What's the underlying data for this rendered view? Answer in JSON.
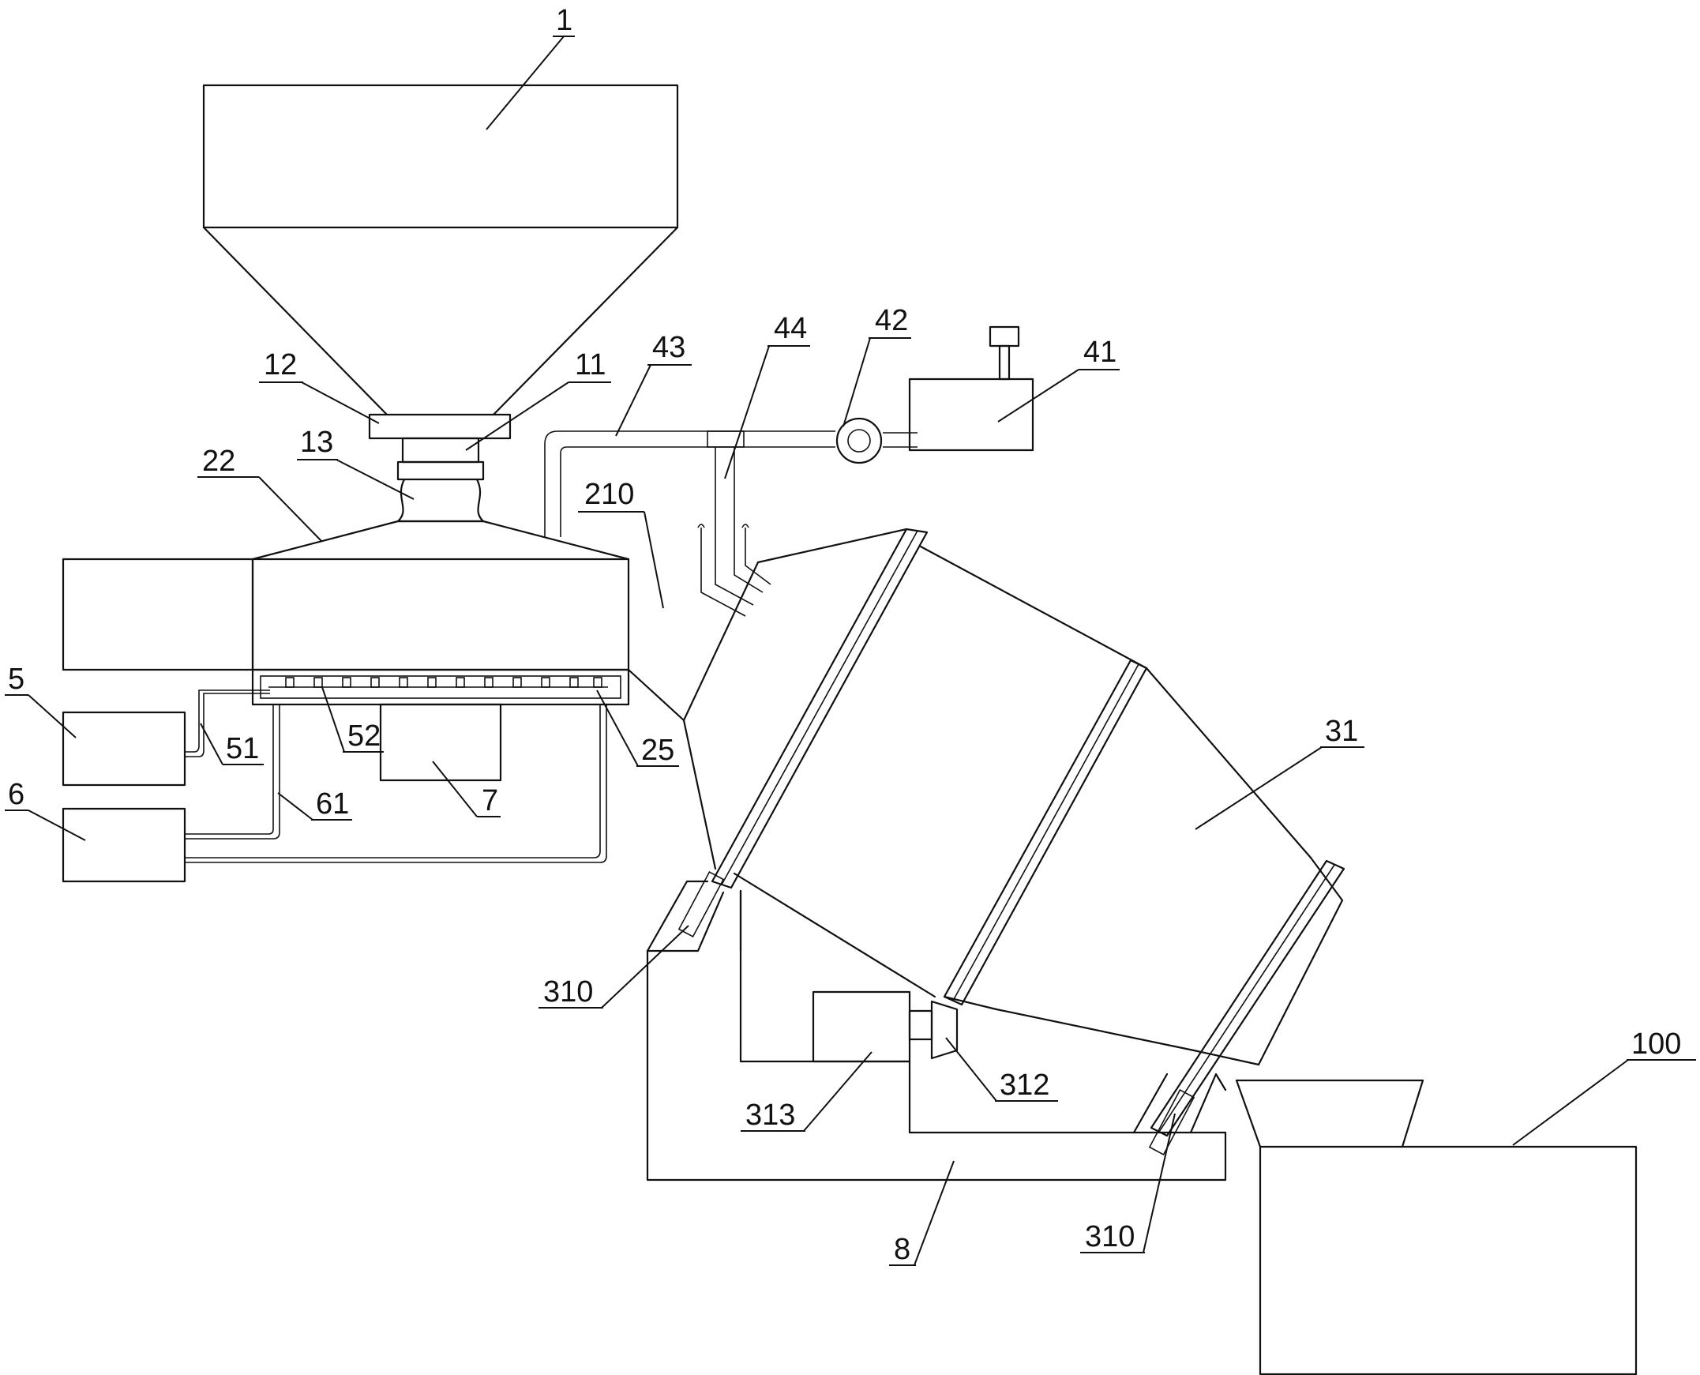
{
  "labels": [
    {
      "id": "1",
      "text": "1"
    },
    {
      "id": "12",
      "text": "12"
    },
    {
      "id": "11",
      "text": "11"
    },
    {
      "id": "13",
      "text": "13"
    },
    {
      "id": "22",
      "text": "22"
    },
    {
      "id": "43",
      "text": "43"
    },
    {
      "id": "44",
      "text": "44"
    },
    {
      "id": "42",
      "text": "42"
    },
    {
      "id": "41",
      "text": "41"
    },
    {
      "id": "210",
      "text": "210"
    },
    {
      "id": "5",
      "text": "5"
    },
    {
      "id": "51",
      "text": "51"
    },
    {
      "id": "52",
      "text": "52"
    },
    {
      "id": "25",
      "text": "25"
    },
    {
      "id": "6",
      "text": "6"
    },
    {
      "id": "61",
      "text": "61"
    },
    {
      "id": "7",
      "text": "7"
    },
    {
      "id": "31",
      "text": "31"
    },
    {
      "id": "310a",
      "text": "310"
    },
    {
      "id": "310b",
      "text": "310"
    },
    {
      "id": "312",
      "text": "312"
    },
    {
      "id": "313",
      "text": "313"
    },
    {
      "id": "8",
      "text": "8"
    },
    {
      "id": "100",
      "text": "100"
    }
  ]
}
